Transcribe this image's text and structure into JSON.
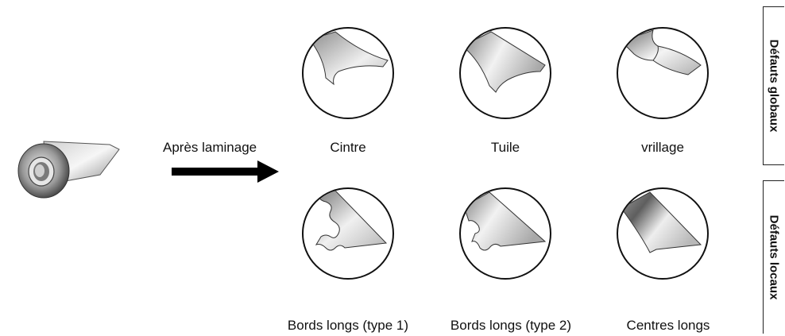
{
  "arrow": {
    "label": "Après laminage"
  },
  "defects": [
    {
      "name": "Cintre",
      "icon": "cintre-strip-icon"
    },
    {
      "name": "Tuile",
      "icon": "tuile-strip-icon"
    },
    {
      "name": "vrillage",
      "icon": "vrillage-strip-icon"
    },
    {
      "name": "Bords longs (type 1)",
      "icon": "wavy-edge-type1-icon"
    },
    {
      "name": "Bords longs (type 2)",
      "icon": "wavy-edge-type2-icon"
    },
    {
      "name": "Centres longs",
      "icon": "long-center-strip-icon"
    }
  ],
  "groups": {
    "global": "Défauts globaux",
    "local": "Défauts locaux"
  },
  "colors": {
    "outline": "#111111",
    "metal_light": "#e8e8e8",
    "metal_dark": "#6a6a6a"
  }
}
